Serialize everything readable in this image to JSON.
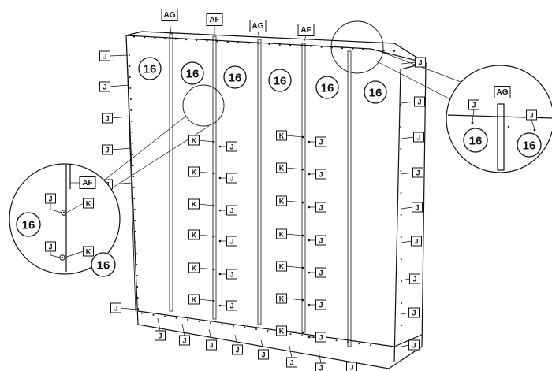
{
  "labels": {
    "AG": "AG",
    "AF": "AF",
    "J": "J",
    "K": "K",
    "part_number": "16"
  },
  "colors": {
    "line": "#111111",
    "background": "#ffffff"
  }
}
